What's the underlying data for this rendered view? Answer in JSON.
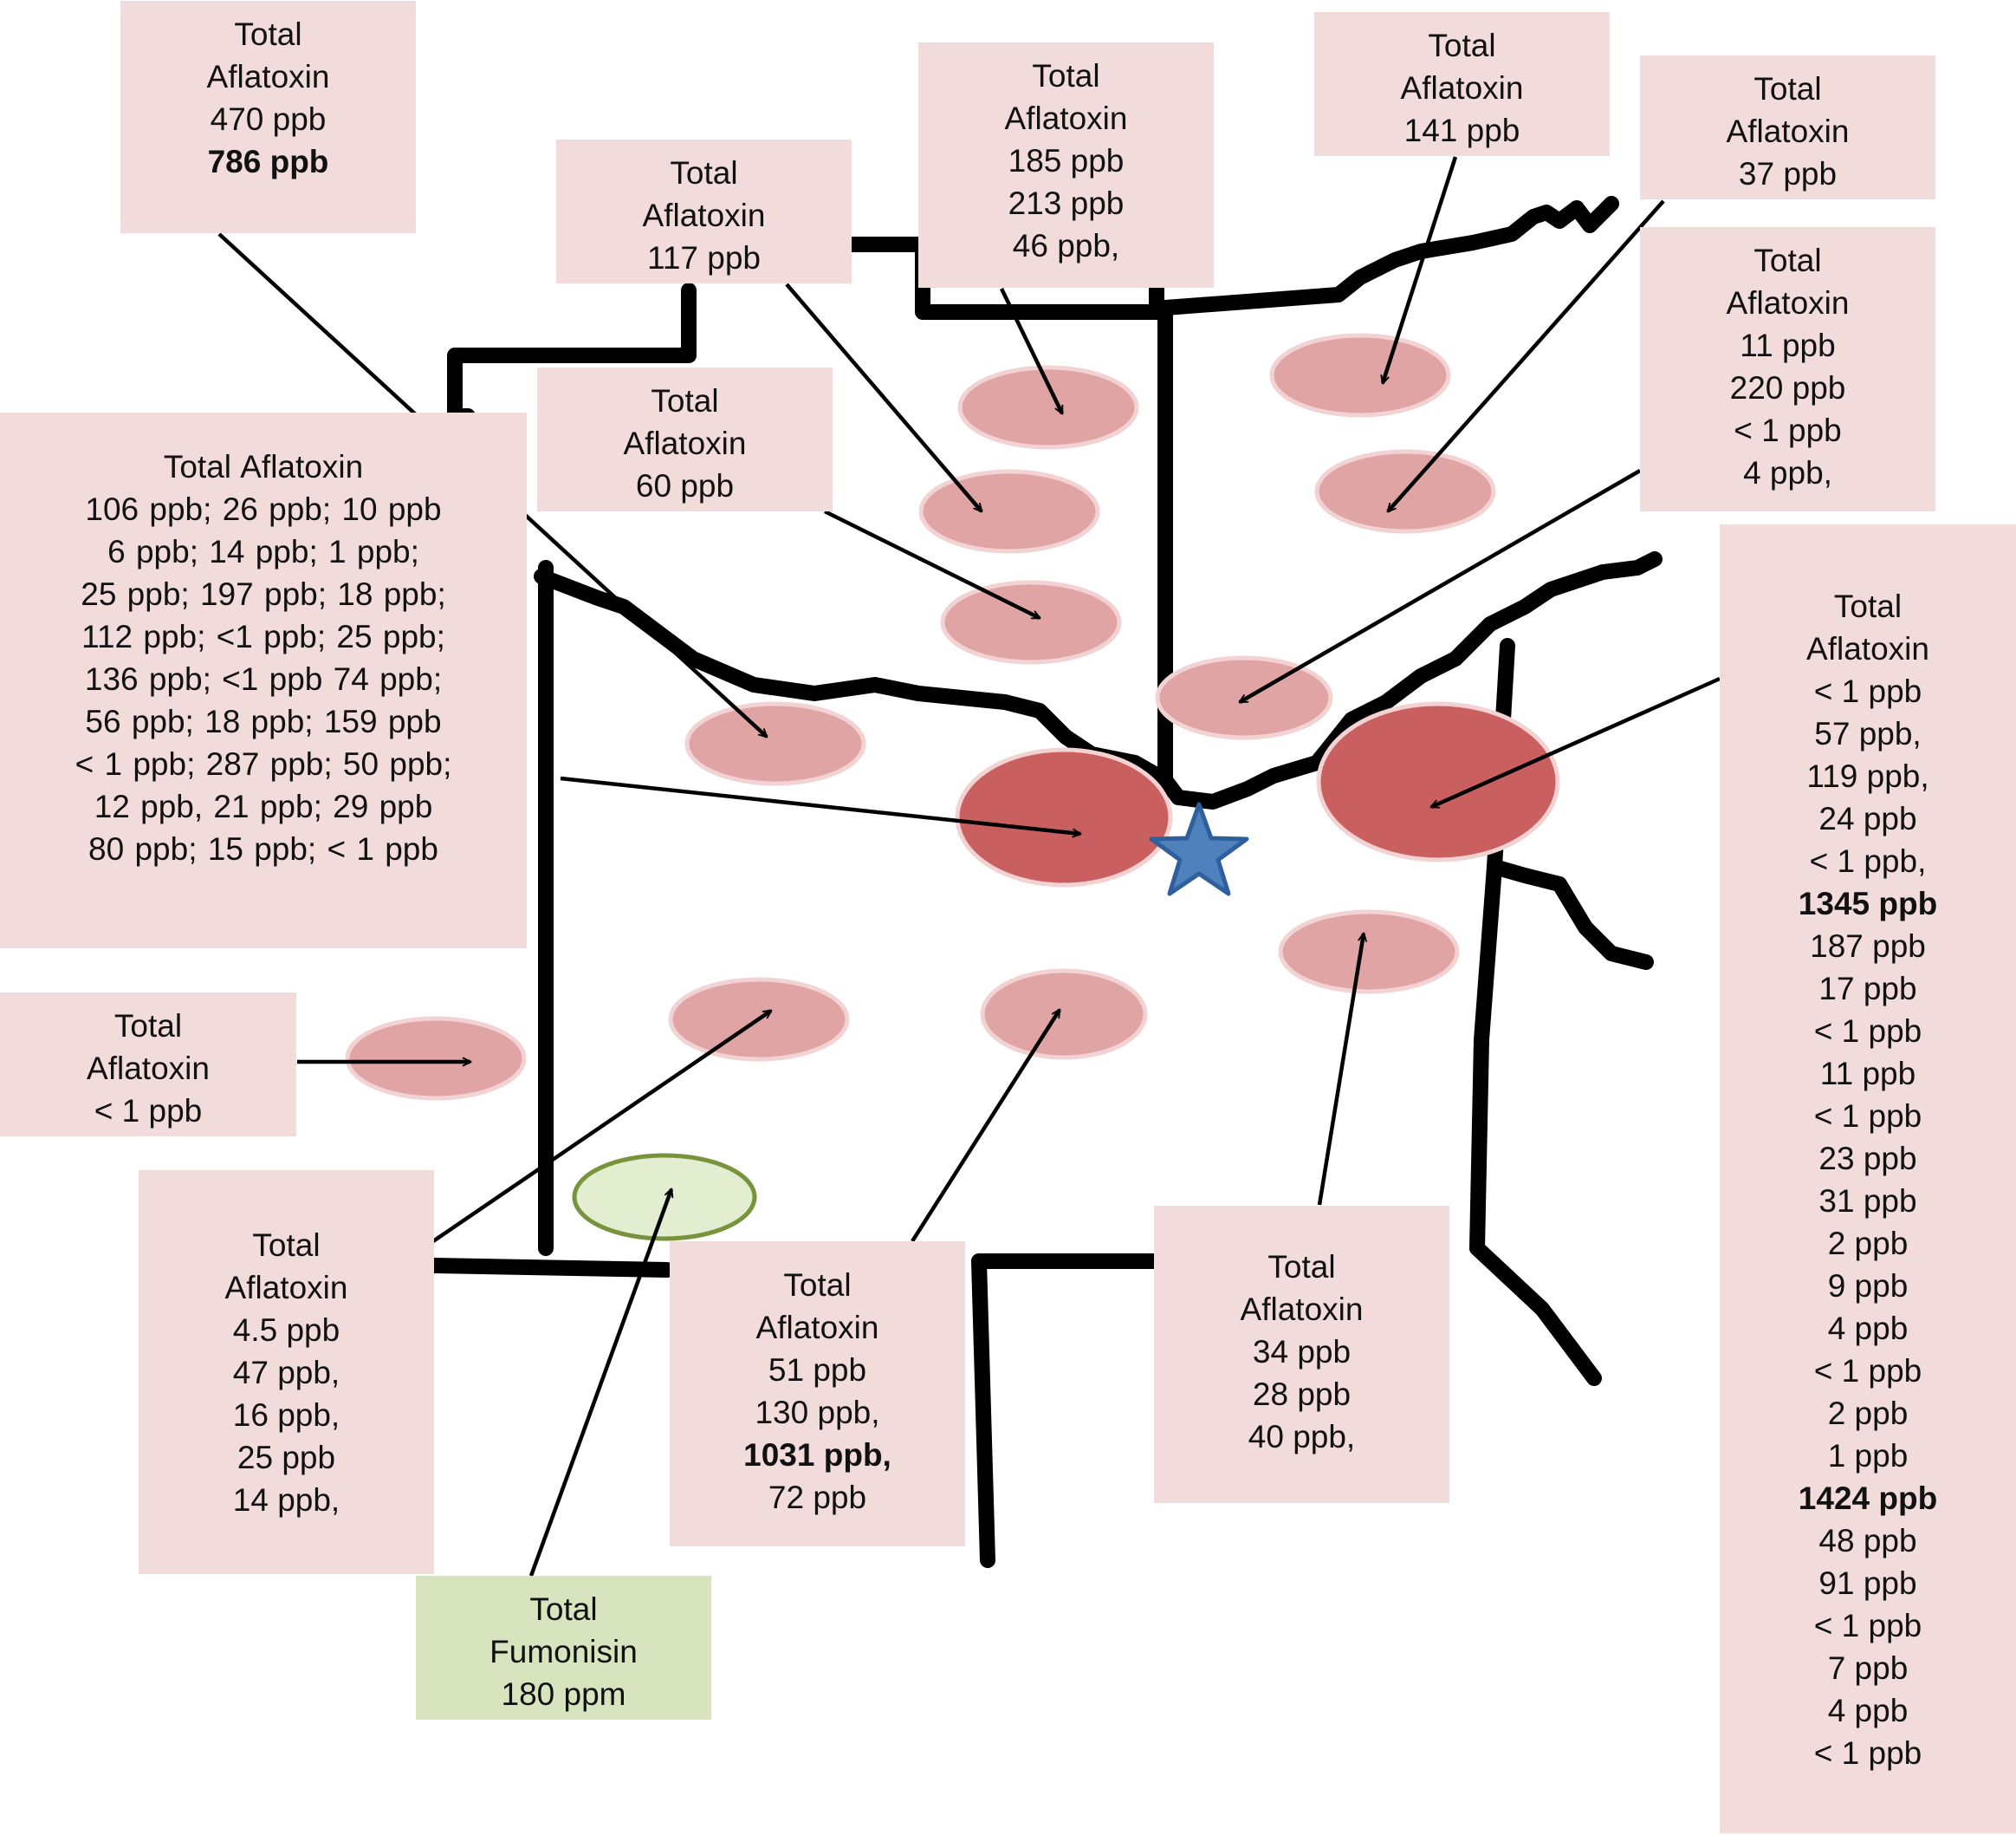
{
  "map": {
    "colors": {
      "label_box": "#f2dcdb",
      "fumonisin_box": "#d7e4bd",
      "hotspot_light": "#e0a4a4",
      "hotspot_dark": "#c9605f",
      "hotspot_outline": "#f2d2d2",
      "fumonisin_fill": "#e3edcf",
      "fumonisin_stroke": "#77933c",
      "star_fill": "#4f81bd",
      "star_stroke": "#2f5f9c",
      "boundary": "#000000"
    },
    "markers": [
      {
        "name": "star-icon",
        "icon": "star",
        "color": "#4f81bd"
      }
    ],
    "labels": [
      {
        "id": "nw-top",
        "variant": "pink",
        "lines": [
          {
            "text": "Total"
          },
          {
            "text": "Aflatoxin"
          },
          {
            "text": "470 ppb"
          },
          {
            "text": "786 ppb",
            "bold": true
          }
        ]
      },
      {
        "id": "north-117",
        "variant": "pink",
        "lines": [
          {
            "text": "Total"
          },
          {
            "text": "Aflatoxin"
          },
          {
            "text": "117 ppb"
          }
        ]
      },
      {
        "id": "north-185",
        "variant": "pink",
        "lines": [
          {
            "text": "Total"
          },
          {
            "text": "Aflatoxin"
          },
          {
            "text": "185 ppb"
          },
          {
            "text": "213 ppb"
          },
          {
            "text": "46 ppb,"
          }
        ]
      },
      {
        "id": "ne-141",
        "variant": "pink",
        "lines": [
          {
            "text": "Total"
          },
          {
            "text": "Aflatoxin"
          },
          {
            "text": "141 ppb"
          }
        ]
      },
      {
        "id": "ne-37",
        "variant": "pink",
        "lines": [
          {
            "text": "Total"
          },
          {
            "text": "Aflatoxin"
          },
          {
            "text": "37 ppb"
          }
        ]
      },
      {
        "id": "ne-11",
        "variant": "pink",
        "lines": [
          {
            "text": "Total"
          },
          {
            "text": "Aflatoxin"
          },
          {
            "text": "11 ppb"
          },
          {
            "text": "220 ppb"
          },
          {
            "text": "< 1 ppb"
          },
          {
            "text": "4 ppb,"
          }
        ]
      },
      {
        "id": "central-60",
        "variant": "pink",
        "lines": [
          {
            "text": "Total"
          },
          {
            "text": "Aflatoxin"
          },
          {
            "text": "60 ppb"
          }
        ]
      },
      {
        "id": "west-large",
        "variant": "pink",
        "lines": [
          {
            "text": "Total Aflatoxin"
          },
          {
            "text": "106 ppb; 26 ppb; 10 ppb"
          },
          {
            "text": "6 ppb; 14 ppb; 1 ppb;"
          },
          {
            "text": "25 ppb;  197 ppb; 18 ppb;"
          },
          {
            "text": "112 ppb; <1 ppb;  25 ppb;"
          },
          {
            "text": "136 ppb; <1 ppb   74 ppb;"
          },
          {
            "text": "56 ppb;  18 ppb;  159 ppb"
          },
          {
            "text": " < 1 ppb; 287 ppb; 50 ppb;"
          },
          {
            "text": "12 ppb, 21 ppb;   29 ppb"
          },
          {
            "text": "80 ppb; 15 ppb;  < 1 ppb"
          }
        ]
      },
      {
        "id": "west-lt1",
        "variant": "pink",
        "lines": [
          {
            "text": "Total"
          },
          {
            "text": "Aflatoxin"
          },
          {
            "text": "< 1 ppb"
          }
        ]
      },
      {
        "id": "east-large",
        "variant": "pink",
        "lines": [
          {
            "text": "Total"
          },
          {
            "text": "Aflatoxin"
          },
          {
            "text": "< 1 ppb"
          },
          {
            "text": "57 ppb,"
          },
          {
            "text": "119 ppb,"
          },
          {
            "text": "24 ppb"
          },
          {
            "text": "< 1 ppb,"
          },
          {
            "text": "1345 ppb",
            "bold": true
          },
          {
            "text": "187 ppb"
          },
          {
            "text": "17 ppb"
          },
          {
            "text": "< 1 ppb"
          },
          {
            "text": "11 ppb"
          },
          {
            "text": "< 1 ppb"
          },
          {
            "text": "23 ppb"
          },
          {
            "text": "31 ppb"
          },
          {
            "text": "2 ppb"
          },
          {
            "text": "9 ppb"
          },
          {
            "text": "4 ppb"
          },
          {
            "text": "< 1 ppb"
          },
          {
            "text": "2 ppb"
          },
          {
            "text": "1 ppb"
          },
          {
            "text": "1424 ppb",
            "bold": true
          },
          {
            "text": "48 ppb"
          },
          {
            "text": "91 ppb"
          },
          {
            "text": "< 1 ppb"
          },
          {
            "text": "7 ppb"
          },
          {
            "text": "4 ppb"
          },
          {
            "text": "< 1 ppb"
          }
        ]
      },
      {
        "id": "sw-45",
        "variant": "pink",
        "lines": [
          {
            "text": "Total"
          },
          {
            "text": "Aflatoxin"
          },
          {
            "text": "4.5 ppb"
          },
          {
            "text": "47 ppb,"
          },
          {
            "text": "16 ppb,"
          },
          {
            "text": "25 ppb"
          },
          {
            "text": "14 ppb,"
          }
        ]
      },
      {
        "id": "south-51",
        "variant": "pink",
        "lines": [
          {
            "text": "Total"
          },
          {
            "text": "Aflatoxin"
          },
          {
            "text": "51 ppb"
          },
          {
            "text": "130 ppb,"
          },
          {
            "text": "1031 ppb,",
            "bold": true
          },
          {
            "text": "72 ppb"
          }
        ]
      },
      {
        "id": "se-34",
        "variant": "pink",
        "lines": [
          {
            "text": "Total"
          },
          {
            "text": "Aflatoxin"
          },
          {
            "text": "34 ppb"
          },
          {
            "text": "28 ppb"
          },
          {
            "text": "40 ppb,"
          }
        ]
      },
      {
        "id": "fumonisin",
        "variant": "green",
        "lines": [
          {
            "text": "Total"
          },
          {
            "text": "Fumonisin"
          },
          {
            "text": "180 ppm"
          }
        ]
      }
    ]
  }
}
